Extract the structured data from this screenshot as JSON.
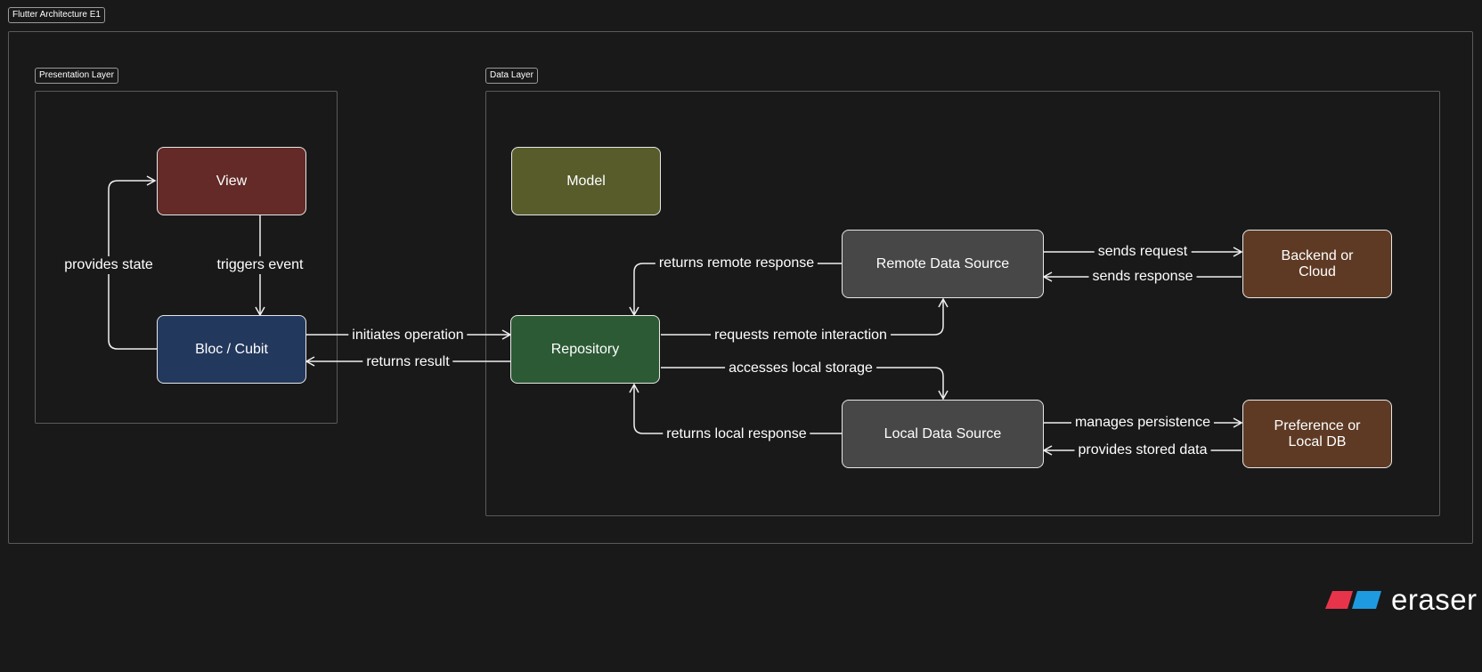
{
  "diagram": {
    "frames": {
      "outer": "Flutter Architecture E1",
      "presentation": "Presentation Layer",
      "data": "Data Layer"
    },
    "nodes": {
      "view": "View",
      "bloc": "Bloc / Cubit",
      "model": "Model",
      "repository": "Repository",
      "remote": "Remote Data Source",
      "local": "Local Data Source",
      "backend": "Backend or\nCloud",
      "localdb": "Preference or\nLocal DB"
    },
    "edges": {
      "provides_state": "provides state",
      "triggers_event": "triggers event",
      "initiates_operation": "initiates operation",
      "returns_result": "returns result",
      "returns_remote_response": "returns remote response",
      "requests_remote_interaction": "requests remote interaction",
      "accesses_local_storage": "accesses local storage",
      "returns_local_response": "returns local response",
      "sends_request": "sends request",
      "sends_response": "sends response",
      "manages_persistence": "manages persistence",
      "provides_stored_data": "provides stored data"
    },
    "colors": {
      "view": "#632a27",
      "bloc": "#23385d",
      "model": "#585c2b",
      "repository": "#2c5a35",
      "remote": "#474747",
      "local": "#474747",
      "backend": "#5e3a24",
      "localdb": "#5e3a24"
    }
  },
  "brand": {
    "name": "eraser",
    "icon": "eraser-logo-icon",
    "colors": [
      "#e8344a",
      "#1e9be0"
    ]
  }
}
